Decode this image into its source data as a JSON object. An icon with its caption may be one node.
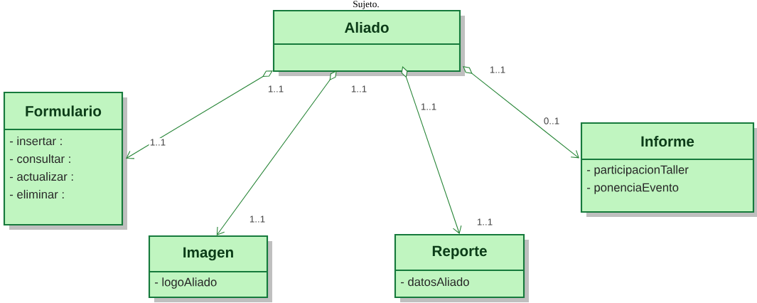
{
  "diagram": {
    "nodes": [
      {
        "text": [
          "Aliado"
        ]
      },
      {
        "text": [
          "Formulario",
          "- insertar :",
          "- consultar :",
          "- actualizar :",
          "- eliminar :"
        ]
      },
      {
        "text": [
          "Imagen",
          "- logoAliado"
        ]
      },
      {
        "text": [
          "Reporte",
          "- datosAliado"
        ]
      },
      {
        "text": [
          "Informe",
          "- participacionTaller",
          "- ponenciaEvento"
        ]
      }
    ],
    "edges": [
      {
        "from": 0,
        "to": 1,
        "arrow": "to",
        "label": "1..1"
      },
      {
        "from": 0,
        "to": 2,
        "arrow": "to",
        "label": "1..1"
      },
      {
        "from": 0,
        "to": 3,
        "arrow": "to",
        "label": "1..1"
      },
      {
        "from": 0,
        "to": 4,
        "arrow": "to",
        "label": "0..1"
      }
    ],
    "labels": [
      "Sujeto.",
      "1..1",
      "1..1",
      "1..1",
      "1..1"
    ]
  }
}
